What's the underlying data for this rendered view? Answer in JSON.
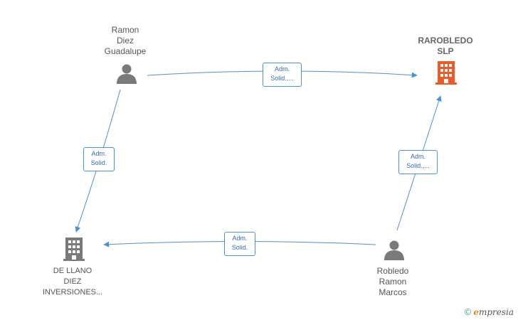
{
  "colors": {
    "edge": "#4a90d9",
    "person": "#7a7a7a",
    "company": "#7a7a7a",
    "company_highlight": "#f05a28"
  },
  "nodes": {
    "ramon": {
      "lines": [
        "Ramon",
        "Diez",
        "Guadalupe"
      ],
      "icon": "person-icon"
    },
    "rarobledo": {
      "lines": [
        "RAROBLEDO",
        "SLP"
      ],
      "icon": "building-icon"
    },
    "robledo": {
      "lines": [
        "Robledo",
        "Ramon",
        "Marcos"
      ],
      "icon": "person-icon"
    },
    "dellano": {
      "lines": [
        "DE LLANO",
        "DIEZ",
        "INVERSIONES..."
      ],
      "icon": "building-icon"
    }
  },
  "edges": {
    "ramon_rarobledo": [
      "Adm.",
      "Solid.,..."
    ],
    "ramon_dellano": [
      "Adm.",
      "Solid."
    ],
    "robledo_rarobledo": [
      "Adm.",
      "Solid.,..."
    ],
    "robledo_dellano": [
      "Adm.",
      "Solid."
    ]
  },
  "brand": {
    "copyright": "©",
    "e": "e",
    "rest": "mpresia"
  }
}
